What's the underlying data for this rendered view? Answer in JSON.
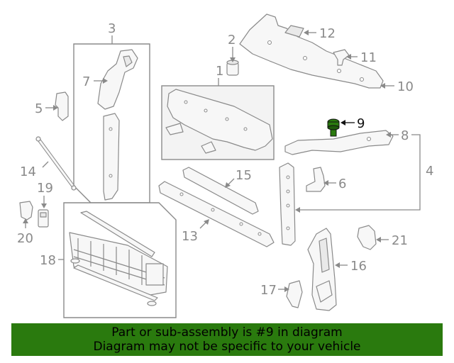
{
  "callouts": {
    "c1": "1",
    "c2": "2",
    "c3": "3",
    "c4": "4",
    "c5": "5",
    "c6": "6",
    "c7": "7",
    "c8": "8",
    "c9": "9",
    "c10": "10",
    "c11": "11",
    "c12": "12",
    "c13": "13",
    "c14": "14",
    "c15": "15",
    "c16": "16",
    "c17": "17",
    "c18": "18",
    "c19": "19",
    "c20": "20",
    "c21": "21"
  },
  "highlight": {
    "callout": "9",
    "color": "#2a7a0e"
  },
  "banner": {
    "line1": "Part or sub-assembly is #9 in diagram",
    "line2": "Diagram may not be specific to your vehicle",
    "background": "#2a7a0e"
  }
}
